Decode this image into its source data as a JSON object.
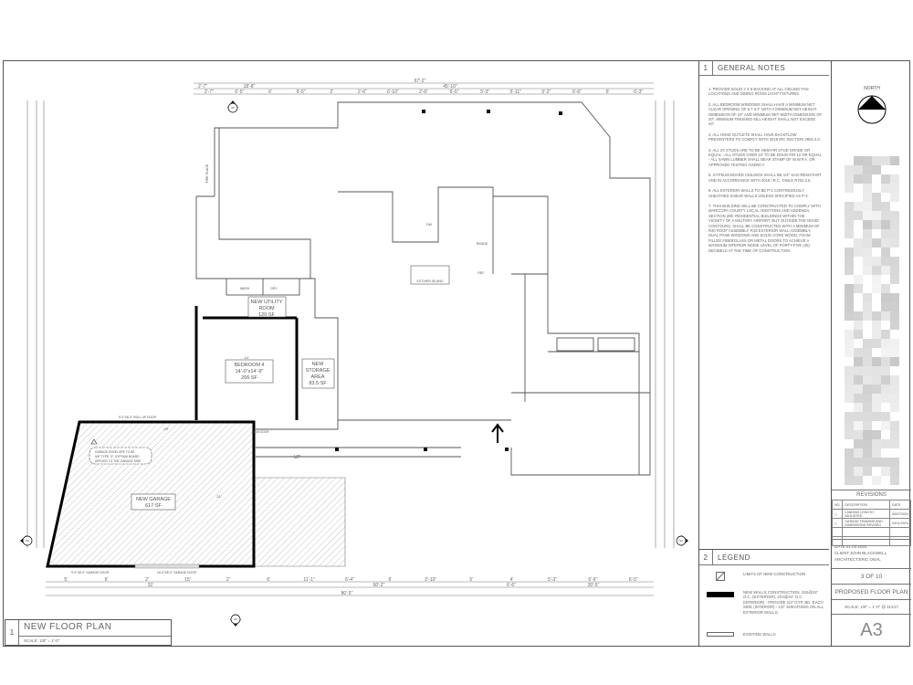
{
  "plan": {
    "title_number": "1",
    "title": "NEW FLOOR PLAN",
    "scale": "SCALE:  1/8\" = 1'-0\"",
    "dims_top_overall": "67'-2\"",
    "dims_top_mid": [
      "2'-7\"",
      "18'-8\"",
      "45'-10\""
    ],
    "dims_top_detail": [
      "2'-7\"",
      "6'-5\"",
      "6'",
      "6'-5\"",
      "2'",
      "2'-6\"",
      "6'-10\"",
      "2'-6\"",
      "6'-5\"",
      "5'-3\"",
      "5'-11\"",
      "5'-2\"",
      "6'-6\"",
      "6'",
      "6'-3\""
    ],
    "dims_bottom_detail": [
      "5'",
      "6'",
      "2'",
      "15'",
      "2'",
      "6'",
      "11'-1\"",
      "6'-4\"",
      "6'",
      "2'-10\"",
      "5'",
      "4'",
      "5'-3\"",
      "6'-6\"",
      "6'-5\""
    ],
    "dims_bottom_mid": [
      "31'",
      "60'-2\"",
      "6'-6\"",
      "20'-5\""
    ],
    "dims_bottom_overall": "80'-5\"",
    "rooms": {
      "bedroom": [
        "BEDROOM 4",
        "14'-0\"x14'-9\"",
        "206 SF"
      ],
      "utility": [
        "NEW UTILITY",
        "ROOM",
        "120 SF"
      ],
      "storage": [
        "NEW",
        "STORAGE",
        "AREA",
        "83.5 SF"
      ],
      "garage": [
        "NEW GARAGE",
        "617 SF"
      ],
      "kitchen_island": "KITCHEN ISLAND",
      "wash": "WASH",
      "dry": "DRY",
      "range": "RANGE",
      "ref": "REF.",
      "dw": "DW",
      "fireplace": "FIRE PLACE",
      "bedroom_width": "14'",
      "garage_width": "29'",
      "garage_depth": "21'"
    },
    "garage_note": [
      "GARAGE ENVELOPE TO BE",
      "5/8\" TYPE \"X\" GYPSUM BOARD",
      "APPLIED TO THE GARAGE SIDE"
    ],
    "doors": {
      "roll_up": "9'-0\"X8'-0\" ROLL UP DOOR",
      "garage_door_1": "9'-0\"X8'-0\" GARAGE DOOR",
      "garage_door_2": "16'-0\"X8'-0\" GARAGE DOOR",
      "new_door": "NEW DOOR",
      "up": "UP"
    },
    "section_marker": "A5"
  },
  "general_notes": {
    "number": "1",
    "title": "GENERAL NOTES",
    "items": [
      "1.   PROVIDE SOLID 2 X 6 BACKING AT ALL CEILING FAN LOCATIONS AND DINING ROOM LIGHT FIXTURES.",
      "2.   ALL BEDROOM WINDOWS SHALL HAVE A MINIMUM NET CLEAR OPENING OF 5.7 S.F. WITH A MINIMUM NET HEIGHT DIMENSION OF 24\" AND MINIMUM NET WIDTH DIMENSION OF 20\". MINIMUM FINISHED SILL HEIGHT SHALL NOT EXCEED 44\".",
      "3.   ALL HOSE OUTLETS SHALL HAVE BACKFLOW PREVENTERS TO COMPLY WITH 2018 IRC SECTION 2902.4.3.",
      "4.   ALL 2x STUDS ARE TO BE HEM-FIR STUD GRADE OR EQUAL - ALL STUDS OVER 10' TO BE DOUG-FIR 12 OR EQUAL - ALL SAWN LUMBER SHALL BEAR STAMP OF W.W.P.A. OR APPROVED TESTING AGENCY.",
      "5.   GYPSUM BOARD CEILINGS SHALL BE 1/2\" SAG-RESISTANT AND IN ACCORDANCE WITH 2018 I.R.C. TABLE R702.3.5.",
      "6.   ALL EXTERIOR WALLS TO BE P-1 CONTINUOUSLY SHEATHED SHEAR WALLS UNLESS SPECIFIED AS P-2.",
      "7.   THIS BUILDING WILL BE CONSTRUCTED TO COMPLY WITH MARICOPA COUNTY LOCAL ADDITIONS AND ADDENDA, SECTION 209: RESIDENTIAL BUILDINGS WITHIN THE VICINITY OF A MILITARY AIRPORT, BUT OUTSIDE THE NOISE CONTOURS, SHALL BE CONSTRUCTED WITH A MINIMUM OF R30 ROOF ASSEMBLY, R19 EXTERIOR WALL ASSEMBLY, DUAL PANE WINDOWS AND SOLID CORE WOOD, FOAM FILLED FIBERGLASS OR METAL DOORS TO ACHIEVE A MAXIMUM INTERIOR NOISE LEVEL OF FORTY-FIVE (45) DECIBELS AT THE TIME OF CONSTRUCTION."
    ]
  },
  "legend": {
    "number": "2",
    "title": "LEGEND",
    "items": [
      "LIMITS OF NEW CONSTRUCTION",
      "NEW WALLS CONSTRUCTION. 2X6@24\" O.C. (EXTERIOR), 2X4@24\" O.C. (INTERIOR) - PROVIDE 1/2\" GYP. BD. EACH SIDE (INTERIOR) - 1/2\" SHEATHING ON ALL EXTERIOR WALLS.",
      "EXISTING WALLS"
    ]
  },
  "title_block": {
    "north": "NORTH",
    "revisions_title": "REVISIONS",
    "rev_headers": [
      "NO.",
      "DESCRIPTION",
      "DATE"
    ],
    "rev_rows": [
      [
        "LANDING LENGTH ADJUSTED",
        "05/07/2024"
      ],
      [
        "GARAGE FRAMING AND DIMENSIONS REVISED",
        "04/11/2024"
      ]
    ],
    "date": "DATE:21.02.2024",
    "client": "CLIENT:JOHN BLACKWELL",
    "architect": "ARCHITECT:ERIC ONAL",
    "sheet_count": "3 OF 10",
    "sheet_title": "PROPOSED FLOOR PLAN",
    "scale": "SCALE:   1/8\" = 1'-0\" @ 11X17",
    "sheet_number": "A3"
  },
  "colors": {
    "line": "#555555",
    "new_wall": "#000000",
    "hatch": "#888888"
  }
}
